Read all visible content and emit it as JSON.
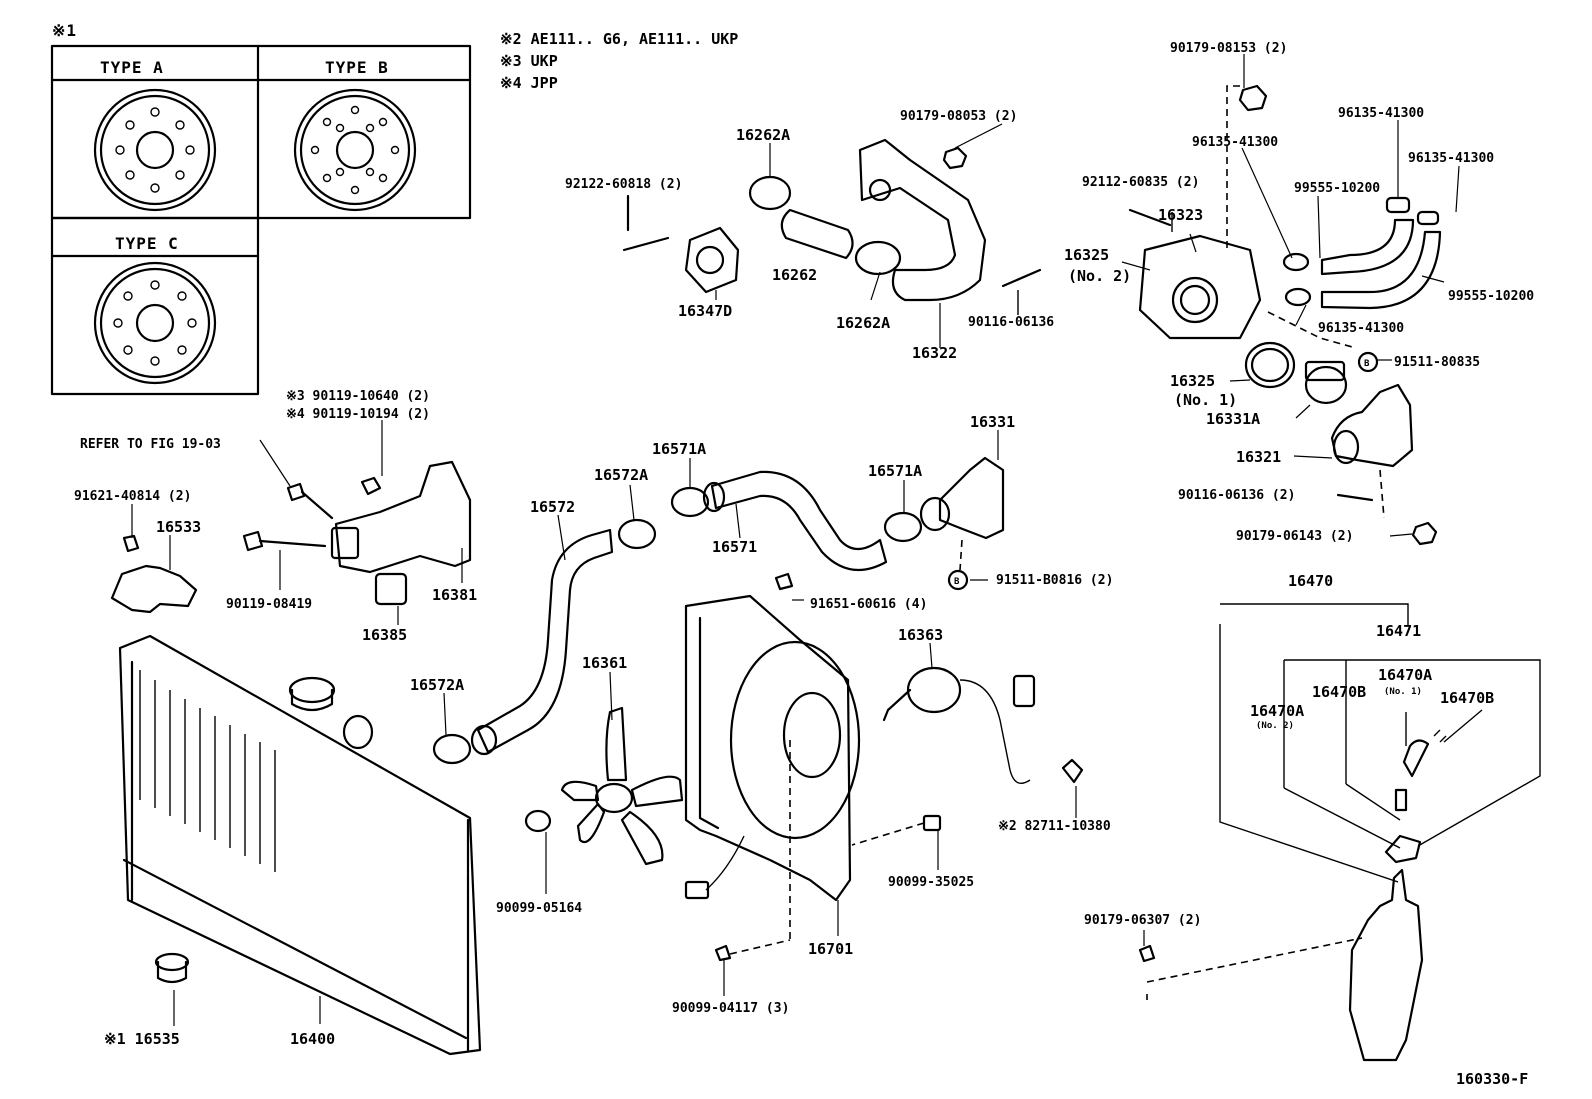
{
  "figure_code": "160330-F",
  "notes": {
    "n1": "※1",
    "n2": "※2 AE111.. G6, AE111.. UKP",
    "n3": "※3 UKP",
    "n4": "※4 JPP"
  },
  "wheel_types": {
    "type_a": "TYPE A",
    "type_b": "TYPE B",
    "type_c": "TYPE C"
  },
  "labels": {
    "p90179_08153": "90179-08153 (2)",
    "p96135_41300_a": "96135-41300",
    "p96135_41300_b": "96135-41300",
    "p96135_41300_c": "96135-41300",
    "p96135_41300_d": "96135-41300",
    "p99555_10200_a": "99555-10200",
    "p99555_10200_b": "99555-10200",
    "p92112_60835": "92112-60835 (2)",
    "p16323": "16323",
    "p16325_no2": "16325",
    "p16325_no2_sub": "(No. 2)",
    "p91511_80835": "91511-80835",
    "p16325_no1": "16325",
    "p16325_no1_sub": "(No. 1)",
    "p16331A": "16331A",
    "p16321": "16321",
    "p90116_06136_2": "90116-06136 (2)",
    "p90179_06143": "90179-06143 (2)",
    "p16262A_top": "16262A",
    "p92122_60818": "92122-60818 (2)",
    "p90179_08053": "90179-08053 (2)",
    "p16262": "16262",
    "p16347D": "16347D",
    "p16262A_bot": "16262A",
    "p16322": "16322",
    "p90116_06136": "90116-06136",
    "p90119_10640": "※3 90119-10640 (2)",
    "p90119_10194": "※4 90119-10194 (2)",
    "refer": "REFER TO FIG 19-03",
    "p91621_40814": "91621-40814 (2)",
    "p16533": "16533",
    "p90119_08419": "90119-08419",
    "p16385": "16385",
    "p16381": "16381",
    "p16572": "16572",
    "p16572A_top": "16572A",
    "p16571A_a": "16571A",
    "p16571": "16571",
    "p16571A_b": "16571A",
    "p16331": "16331",
    "p91511_B0816": "91511-B0816 (2)",
    "p91651_60616": "91651-60616 (4)",
    "p16363": "16363",
    "p16572A_bot": "16572A",
    "p16361": "16361",
    "p82711_10380": "※2 82711-10380",
    "p90099_05164": "90099-05164",
    "p90099_35025": "90099-35025",
    "p16701": "16701",
    "p90099_04117": "90099-04117 (3)",
    "p16535": "※1 16535",
    "p16400": "16400",
    "p16470": "16470",
    "p16471": "16471",
    "p16470A_top": "16470A",
    "p16470B_no1": "16470B",
    "p16470B_no1_sub": "(No. 1)",
    "p16470B": "16470B",
    "p16470A_no2": "16470A",
    "p16470A_no2_sub": "(No. 2)",
    "p90179_06307": "90179-06307 (2)",
    "callout_b": "B"
  }
}
